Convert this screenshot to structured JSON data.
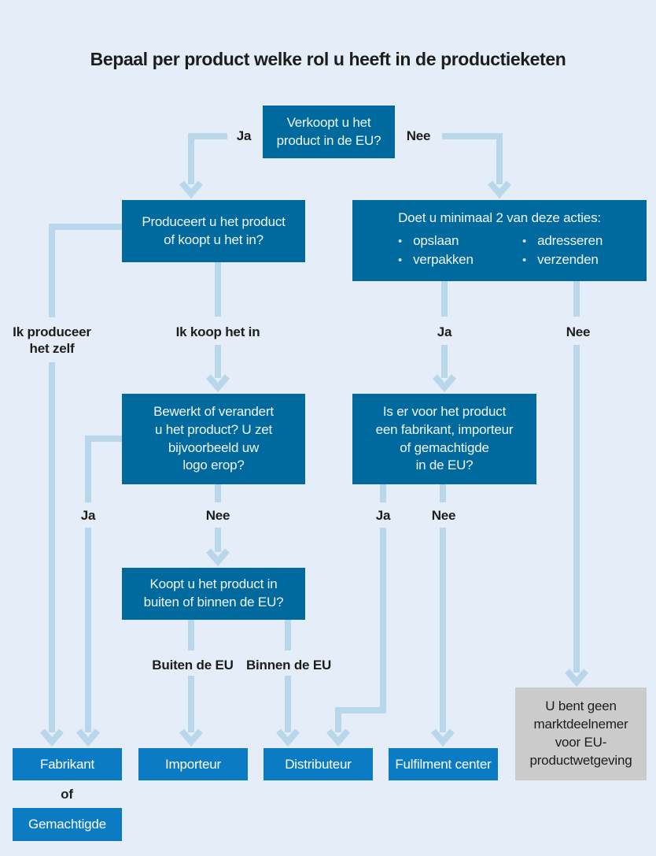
{
  "title": "Bepaal per product welke rol u heeft in de productieketen",
  "colors": {
    "bg": "#e5eef8",
    "dark-blue": "#00699e",
    "bright-blue": "#0b7cc4",
    "arrow": "#b9d7ea",
    "gray-box": "#cbcbcb",
    "ink": "#1d1d1b",
    "box-text": "#f1f7fa"
  },
  "boxes": {
    "verkoopt": "Verkoopt u het\nproduct in de EU?",
    "produceert": "Produceert u het product\nof koopt u het in?",
    "bewerkt": "Bewerkt of verandert\nu het product? U zet\nbijvoorbeeld uw\nlogo erop?",
    "iser": "Is er voor het product\neen fabrikant, importeur\nof gemachtigde\nin de EU?",
    "koopt": "Koopt u het product in\nbuiten of binnen de EU?"
  },
  "doet": {
    "title": "Doet u minimaal 2 van deze acties:",
    "bullets_left": [
      "opslaan",
      "verpakken"
    ],
    "bullets_right": [
      "adresseren",
      "verzenden"
    ]
  },
  "labels": {
    "ja_top": "Ja",
    "nee_top": "Nee",
    "ik_produceer": "Ik produceer\nhet zelf",
    "ik_koop": "Ik koop het in",
    "ja_doet": "Ja",
    "nee_doet": "Nee",
    "ja_bewerkt": "Ja",
    "nee_bewerkt": "Nee",
    "ja_iser": "Ja",
    "nee_iser": "Nee",
    "buiten": "Buiten de EU",
    "binnen": "Binnen de EU",
    "of": "of"
  },
  "outcomes": {
    "fabrikant": "Fabrikant",
    "gemachtigde": "Gemachtigde",
    "importeur": "Importeur",
    "distributeur": "Distributeur",
    "fulfilment": "Fulfilment center",
    "geen": "U bent geen\nmarktdeelnemer\nvoor EU-\nproductwetgeving"
  }
}
